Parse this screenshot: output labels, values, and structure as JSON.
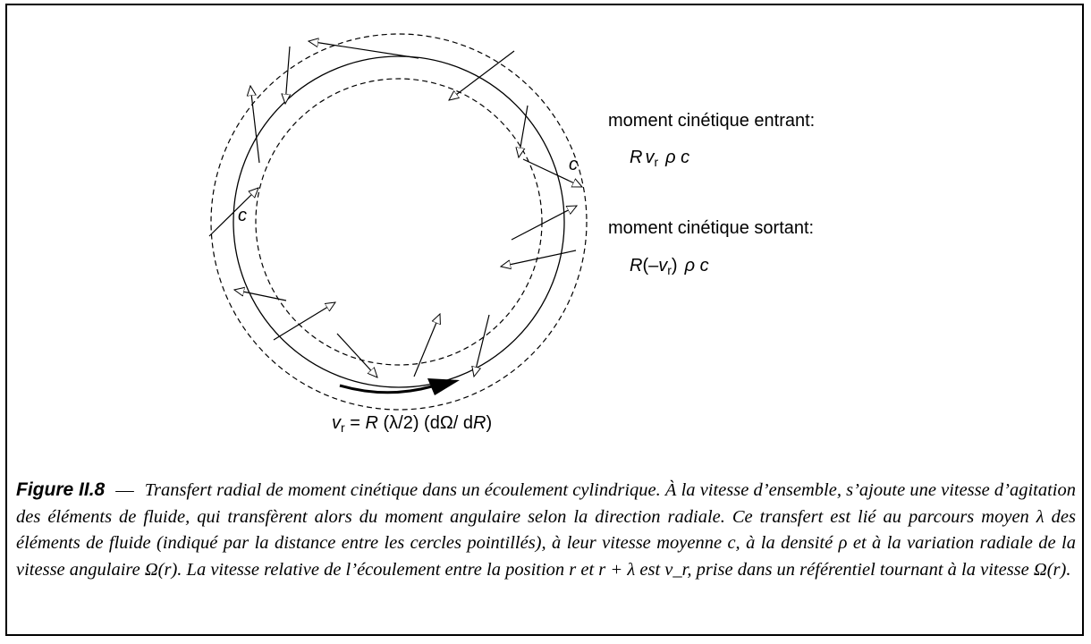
{
  "diagram": {
    "labels": {
      "c_right": "c",
      "c_left": "c",
      "in_title": "moment cinétique entrant:",
      "in_R": "R",
      "in_v": "v",
      "in_sub": "r",
      "in_rho_c": "ρ c",
      "out_title": "moment cinétique sortant:",
      "out_R": "R",
      "out_open": "(–",
      "out_v": "v",
      "out_sub": "r",
      "out_close": ")",
      "out_rho_c": "ρ c",
      "vr_v": "v",
      "vr_sub": "r",
      "vr_eq": " = ",
      "vr_R": "R",
      "vr_lambda": " (λ/2)  (dΩ/ d",
      "vr_R2": "R",
      "vr_end": ")"
    }
  },
  "caption": {
    "label": "Figure II.8",
    "dash": "—",
    "text": "Transfert radial de moment cinétique dans un écoulement cylindrique. À la vitesse d’ensemble, s’ajoute une vitesse d’agitation des éléments de fluide, qui transfèrent alors du moment angulaire selon la direction radiale. Ce transfert est lié au parcours moyen λ des éléments de fluide (indiqué par la distance entre les cercles pointillés), à leur vitesse moyenne c, à la densité ρ et à la variation radiale de la vitesse angulaire Ω(r). La vitesse relative de l’écoulement entre la position r et r + λ est v_r, prise dans un référentiel tournant à la vitesse Ω(r)."
  }
}
